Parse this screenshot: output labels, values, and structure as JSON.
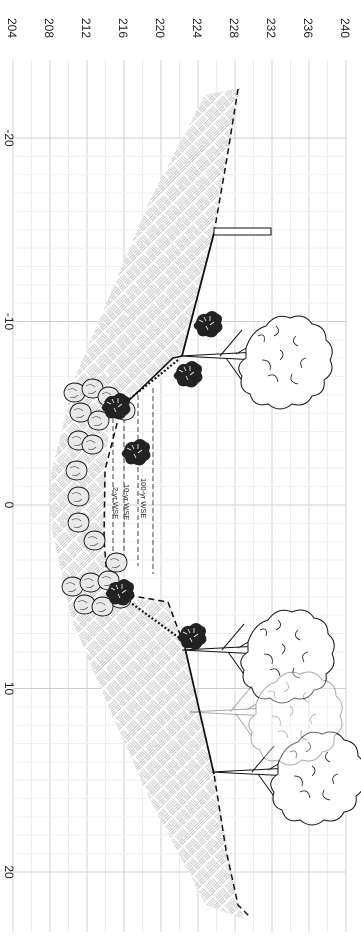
{
  "elevation_ticks": [
    "204",
    "208",
    "212",
    "216",
    "220",
    "224",
    "228",
    "232",
    "236",
    "240"
  ],
  "station_ticks": [
    "-20",
    "-10",
    "0",
    "10",
    "20"
  ],
  "wse_labels": {
    "w100": "100-yr WSE",
    "w10": "10-yr WSE",
    "w2": "2-yr WSE"
  },
  "colors": {
    "grid": "#cfcfcf",
    "ink": "#111111",
    "hatch": "#9a9a9a",
    "tree_ghost": "#b5b5b5"
  },
  "icons": [
    "deciduous-tree-icon",
    "shrub-icon",
    "boulder-icon",
    "survey-stake-icon"
  ]
}
